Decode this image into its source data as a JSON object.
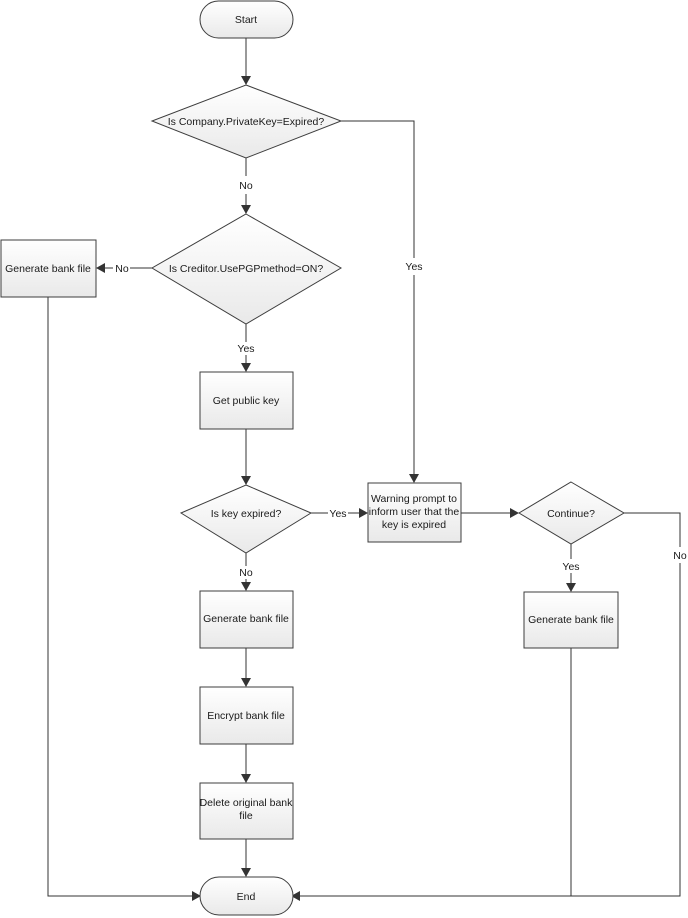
{
  "nodes": {
    "start": "Start",
    "q_private_key": "Is Company.PrivateKey=Expired?",
    "q_use_pgp": "Is Creditor.UsePGPmethod=ON?",
    "generate_bank_file_left": "Generate bank file",
    "get_public_key": "Get public key",
    "q_key_expired": "Is key expired?",
    "warning_prompt": [
      "Warning prompt to",
      "inform user that the",
      "key is expired"
    ],
    "q_continue": "Continue?",
    "generate_bank_file_center": "Generate bank file",
    "generate_bank_file_right": "Generate bank file",
    "encrypt_bank_file": "Encrypt bank file",
    "delete_original": [
      "Delete original bank",
      "file"
    ],
    "end": "End"
  },
  "edge_labels": {
    "private_key_no": "No",
    "private_key_yes": "Yes",
    "use_pgp_no": "No",
    "use_pgp_yes": "Yes",
    "key_expired_yes": "Yes",
    "key_expired_no": "No",
    "continue_yes": "Yes",
    "continue_no": "No"
  },
  "colors": {
    "node_fill_top": "#ffffff",
    "node_fill_bottom": "#ececec",
    "stroke": "#3d3d3d",
    "text": "#1a1a1a"
  }
}
